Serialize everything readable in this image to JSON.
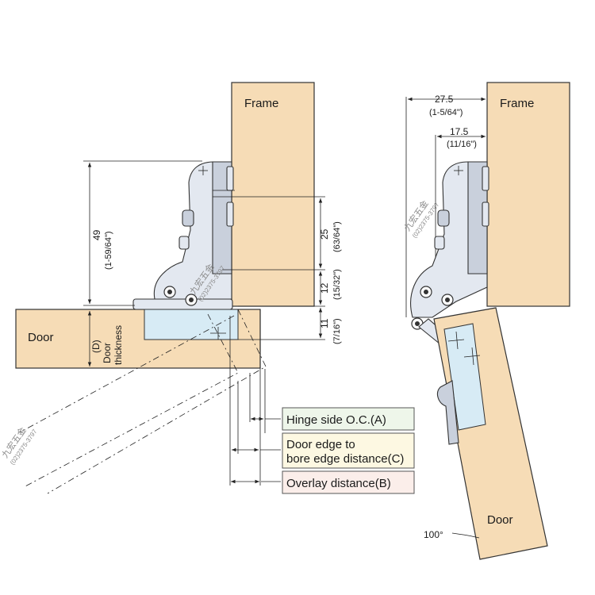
{
  "labels": {
    "frame_left": "Frame",
    "frame_right": "Frame",
    "door_left": "Door",
    "door_right": "Door",
    "door_thickness_d": "(D)",
    "door_thickness_1": "Door",
    "door_thickness_2": "thickness",
    "angle": "100°"
  },
  "dimensions": {
    "height_main": "49",
    "height_main_in": "(1-59/64\")",
    "h25": "25",
    "h25_in": "(63/64\")",
    "h12": "12",
    "h12_in": "(15/32\")",
    "h11": "11",
    "h11_in": "(7/16\")",
    "w27": "27.5",
    "w27_in": "(1-5/64\")",
    "w17": "17.5",
    "w17_in": "(11/16\")"
  },
  "legend": {
    "hinge_side": "Hinge side O.C.(A)",
    "door_edge_1": "Door edge to",
    "door_edge_2": "bore edge distance(C)",
    "overlay": "Overlay distance(B)"
  },
  "legend_colors": {
    "hinge_side": "#eef6ea",
    "door_edge": "#fdf8e2",
    "overlay": "#fbeeea"
  },
  "watermark": {
    "chars": "九宏五金",
    "phone": "(02)2375-3797"
  }
}
